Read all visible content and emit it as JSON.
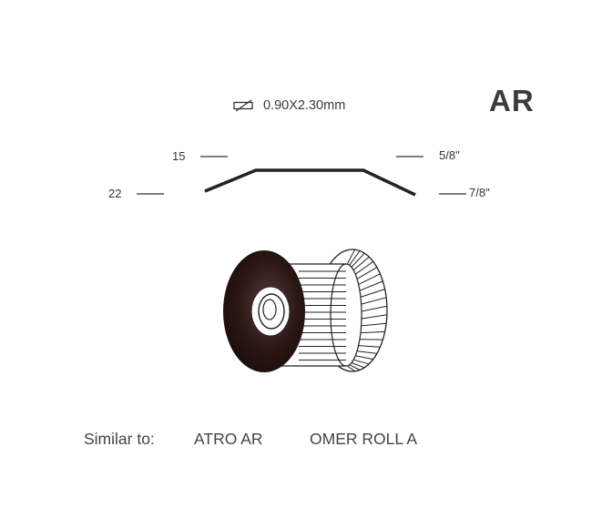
{
  "product": {
    "code": "AR",
    "wire_symbol": "flat-wire-symbol",
    "wire_size": "0.90X2.30mm"
  },
  "profile": {
    "dim_top_left": "15",
    "dim_bottom_left": "22",
    "dim_top_right": "5/8\"",
    "dim_bottom_right": "7/8\""
  },
  "illustration": {
    "icon": "staple-roll-icon",
    "color": "#2b1714"
  },
  "similar": {
    "prefix": "Similar to:",
    "items": [
      "ATRO AR",
      "OMER ROLL A"
    ]
  }
}
